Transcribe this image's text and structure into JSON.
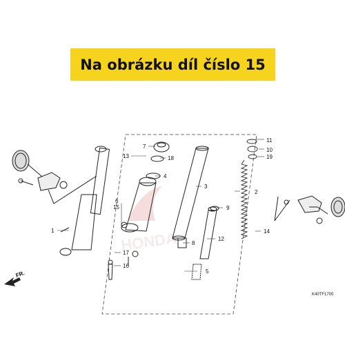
{
  "banner": {
    "text": "Na obrázku díl číslo 15"
  },
  "diagram": {
    "callouts": {
      "p1": "1",
      "p2": "2",
      "p3": "3",
      "p4": "4",
      "p5": "5",
      "p6": "6",
      "p7": "7",
      "p8": "8",
      "p9": "9",
      "p10": "10",
      "p11": "11",
      "p12": "12",
      "p13": "13",
      "p14": "14",
      "p15": "15",
      "p16": "16",
      "p17": "17",
      "p18": "18",
      "p19": "19"
    },
    "front_marker": "FR.",
    "drawing_code": "K40TF1700",
    "watermark": "HONDA"
  },
  "colors": {
    "banner": "#f6d31c",
    "line": "#222222",
    "watermark": "#e8c8c8"
  }
}
